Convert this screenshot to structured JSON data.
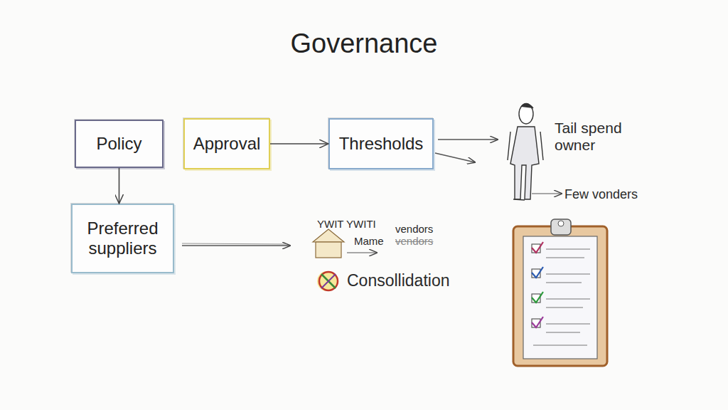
{
  "diagram": {
    "title": "Governance",
    "nodes": [
      {
        "text": [
          "Policy"
        ]
      },
      {
        "text": [
          "Approval"
        ]
      },
      {
        "text": [
          "Thresholds"
        ]
      },
      {
        "text": [
          "Preferred suppliers"
        ]
      }
    ],
    "edges": [
      {
        "from": 0,
        "to": 3,
        "arrow": "to"
      },
      {
        "from": 1,
        "to": 2,
        "arrow": "to"
      }
    ],
    "labels": [
      "Tail spend owner",
      "Few vonders",
      "YWIT YWITI",
      "vendors",
      "Mame",
      "vendors",
      "Consollidation"
    ]
  }
}
